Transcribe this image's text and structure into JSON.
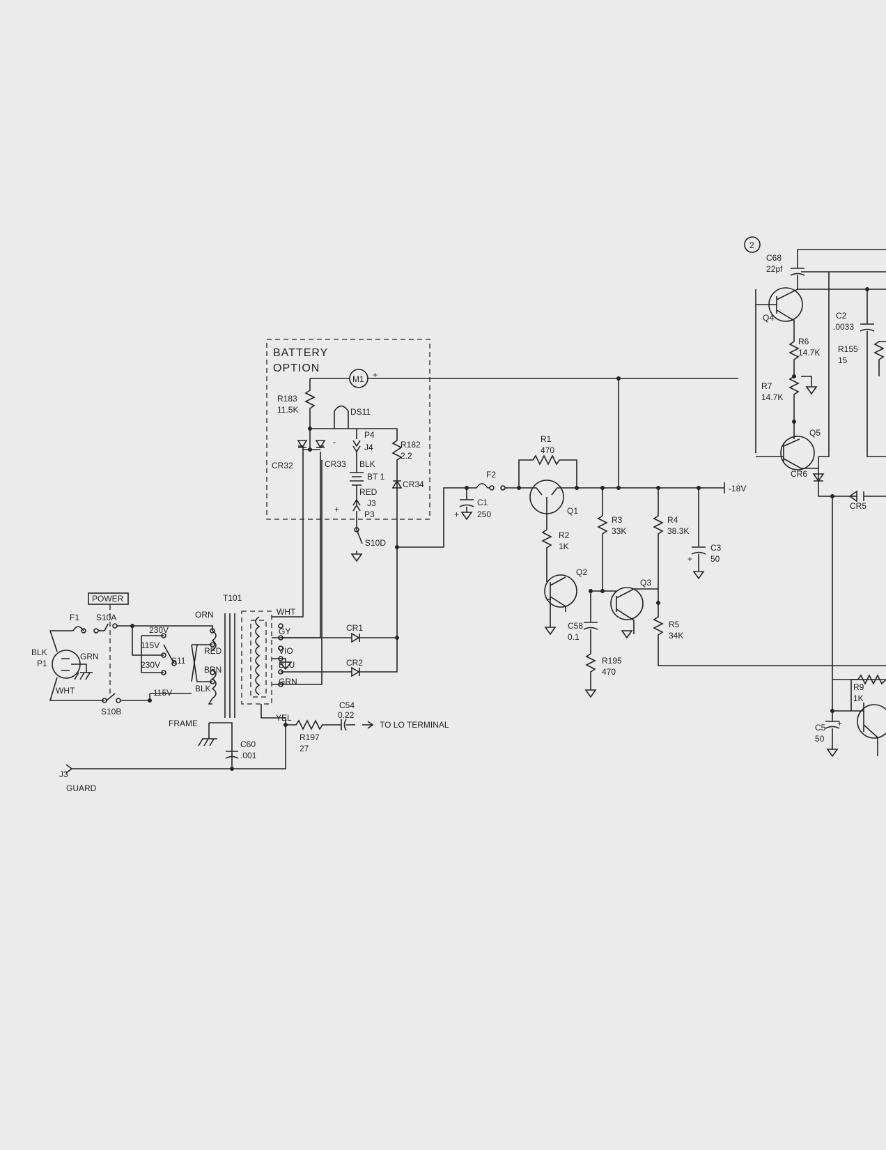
{
  "battery_option_title": [
    "BATTERY",
    "OPTION"
  ],
  "power_label": "POWER",
  "circle_marker": "2",
  "to_terminal": "TO LO TERMINAL",
  "labels": {
    "F1": "F1",
    "S10A": "S10A",
    "S10B": "S10B",
    "BLK_P1": "BLK",
    "P1": "P1",
    "GRN_P1": "GRN",
    "WHT_P1": "WHT",
    "V230a": "230V",
    "V115a": "115V",
    "V230b": "230V",
    "V115b": "115V",
    "S11": "S11",
    "ORN": "ORN",
    "RED": "RED",
    "BRN": "BRN",
    "BLK_T": "BLK",
    "T101": "T101",
    "WHT_T": "WHT",
    "GY": "GY",
    "VIO": "VIO",
    "BLU": "BLU",
    "GRN_T": "GRN",
    "FRAME": "FRAME",
    "YEL": "YEL",
    "C60": "C60",
    "C60v": ".001",
    "R197": "R197",
    "R197v": "27",
    "C54": "C54",
    "C54v": "0.22",
    "J3_guard": "J3",
    "GUARD": "GUARD",
    "CR1": "CR1",
    "CR2": "CR2",
    "M1": "M1",
    "R183": "R183",
    "R183v": "11.5K",
    "DS11": "DS11",
    "P4": "P4",
    "J4": "J4",
    "BLK_B": "BLK",
    "BT1": "BT 1",
    "RED_B": "RED",
    "J3b": "J3",
    "P3": "P3",
    "R182": "R182",
    "R182v": "2.2",
    "CR32": "CR32",
    "CR33": "CR33",
    "CR34": "CR34",
    "S10D": "S10D",
    "F2": "F2",
    "C1": "C1",
    "C1v": "250",
    "R1": "R1",
    "R1v": "470",
    "Q1": "Q1",
    "R2": "R2",
    "R2v": "1K",
    "Q2": "Q2",
    "Q3": "Q3",
    "R3": "R3",
    "R3v": "33K",
    "R4": "R4",
    "R4v": "38.3K",
    "C3": "C3",
    "C3v": "50",
    "R5": "R5",
    "R5v": "34K",
    "C58": "C58",
    "C58v": "0.1",
    "R195": "R195",
    "R195v": "470",
    "N18V": "-18V",
    "C68": "C68",
    "C68v": "22pf",
    "Q4": "Q4",
    "R6": "R6",
    "R6v": "14.7K",
    "C2": "C2",
    "C2v": ".0033",
    "R155": "R155",
    "R155v": "15",
    "R7": "R7",
    "R7v": "14.7K",
    "Q5": "Q5",
    "CR6": "CR6",
    "CR5": "CR5",
    "R9": "R9",
    "R9v": "1K",
    "C5": "C5",
    "C5v": "50",
    "plus": "+",
    "minus": "-"
  }
}
